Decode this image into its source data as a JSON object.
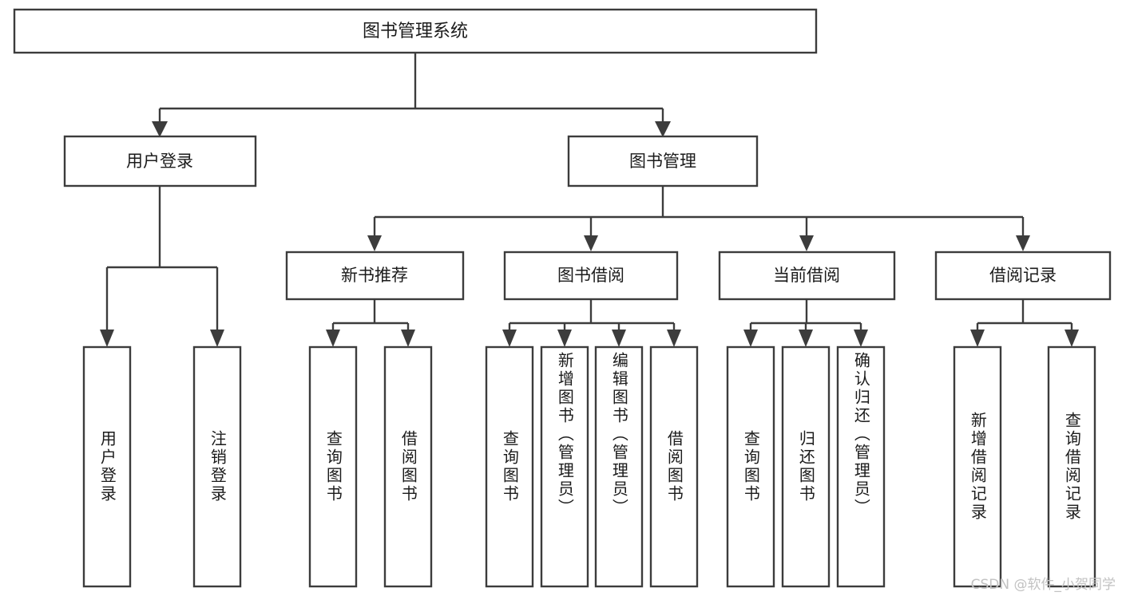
{
  "diagram": {
    "title": "图书管理系统",
    "type": "tree-hierarchy-diagram",
    "colors": {
      "stroke": "#3c3c3c",
      "fill": "#ffffff",
      "text": "#1b1b1b",
      "watermark": "#c2c2c2"
    },
    "levels": {
      "level0": [
        {
          "id": "root",
          "label": "图书管理系统"
        }
      ],
      "level1": [
        {
          "id": "user-login",
          "label": "用户登录"
        },
        {
          "id": "book-management",
          "label": "图书管理"
        }
      ],
      "level2": [
        {
          "id": "new-book-recommend",
          "label": "新书推荐"
        },
        {
          "id": "book-borrow",
          "label": "图书借阅"
        },
        {
          "id": "current-borrow",
          "label": "当前借阅"
        },
        {
          "id": "borrow-record",
          "label": "借阅记录"
        }
      ],
      "level3": {
        "user-login": [
          {
            "id": "leaf-user-login",
            "label": "用户登录"
          },
          {
            "id": "leaf-logout-login",
            "label": "注销登录"
          }
        ],
        "new-book-recommend": [
          {
            "id": "leaf-query-book-1",
            "label": "查询图书"
          },
          {
            "id": "leaf-borrow-book-1",
            "label": "借阅图书"
          }
        ],
        "book-borrow": [
          {
            "id": "leaf-query-book-2",
            "label": "查询图书"
          },
          {
            "id": "leaf-add-book",
            "label": "新增图书（管理员）"
          },
          {
            "id": "leaf-edit-book",
            "label": "编辑图书（管理员）"
          },
          {
            "id": "leaf-borrow-book-2",
            "label": "借阅图书"
          }
        ],
        "current-borrow": [
          {
            "id": "leaf-query-book-3",
            "label": "查询图书"
          },
          {
            "id": "leaf-return-book",
            "label": "归还图书"
          },
          {
            "id": "leaf-confirm-return",
            "label": "确认归还（管理员）"
          }
        ],
        "borrow-record": [
          {
            "id": "leaf-add-record",
            "label": "新增借阅记录"
          },
          {
            "id": "leaf-query-record",
            "label": "查询借阅记录"
          }
        ]
      }
    },
    "watermark": "CSDN @软件_小贺同学"
  }
}
